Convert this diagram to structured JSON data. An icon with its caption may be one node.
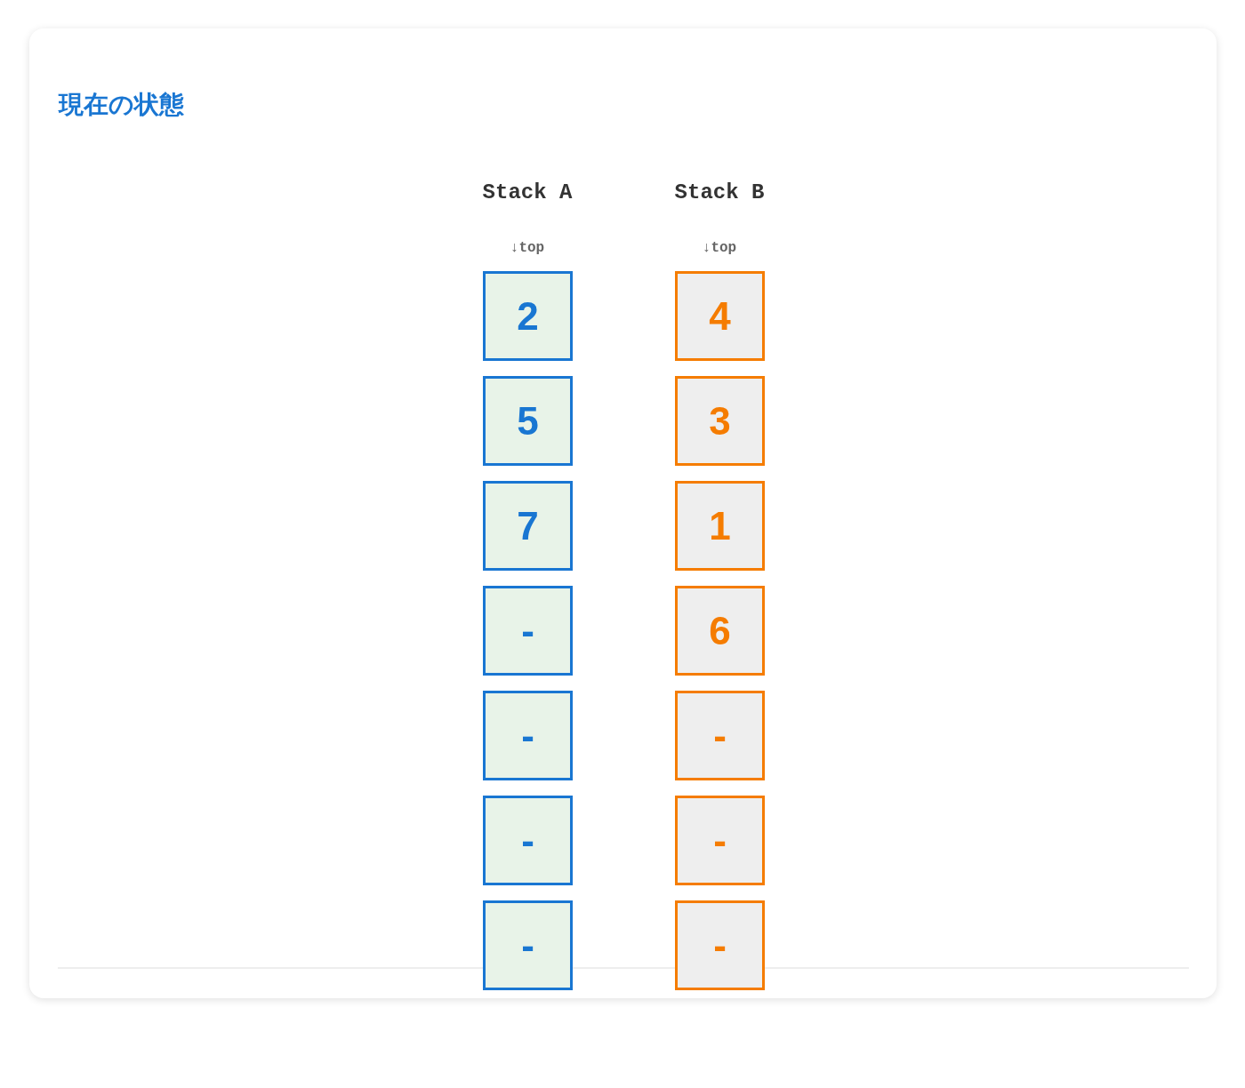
{
  "diagram": {
    "title": "現在の状態",
    "nodes": [
      {
        "text": [
          "2"
        ]
      },
      {
        "text": [
          "4"
        ]
      },
      {
        "text": [
          "5"
        ]
      },
      {
        "text": [
          "3"
        ]
      },
      {
        "text": [
          "7"
        ]
      },
      {
        "text": [
          "1"
        ]
      },
      {
        "text": [
          "-"
        ]
      },
      {
        "text": [
          "6"
        ]
      },
      {
        "text": [
          "-"
        ]
      },
      {
        "text": [
          "-"
        ]
      },
      {
        "text": [
          "-"
        ]
      },
      {
        "text": [
          "-"
        ]
      },
      {
        "text": [
          "-"
        ]
      },
      {
        "text": [
          "-"
        ]
      }
    ],
    "labels": [
      "Stack A",
      "Stack B",
      "↓top",
      "↓top"
    ]
  }
}
